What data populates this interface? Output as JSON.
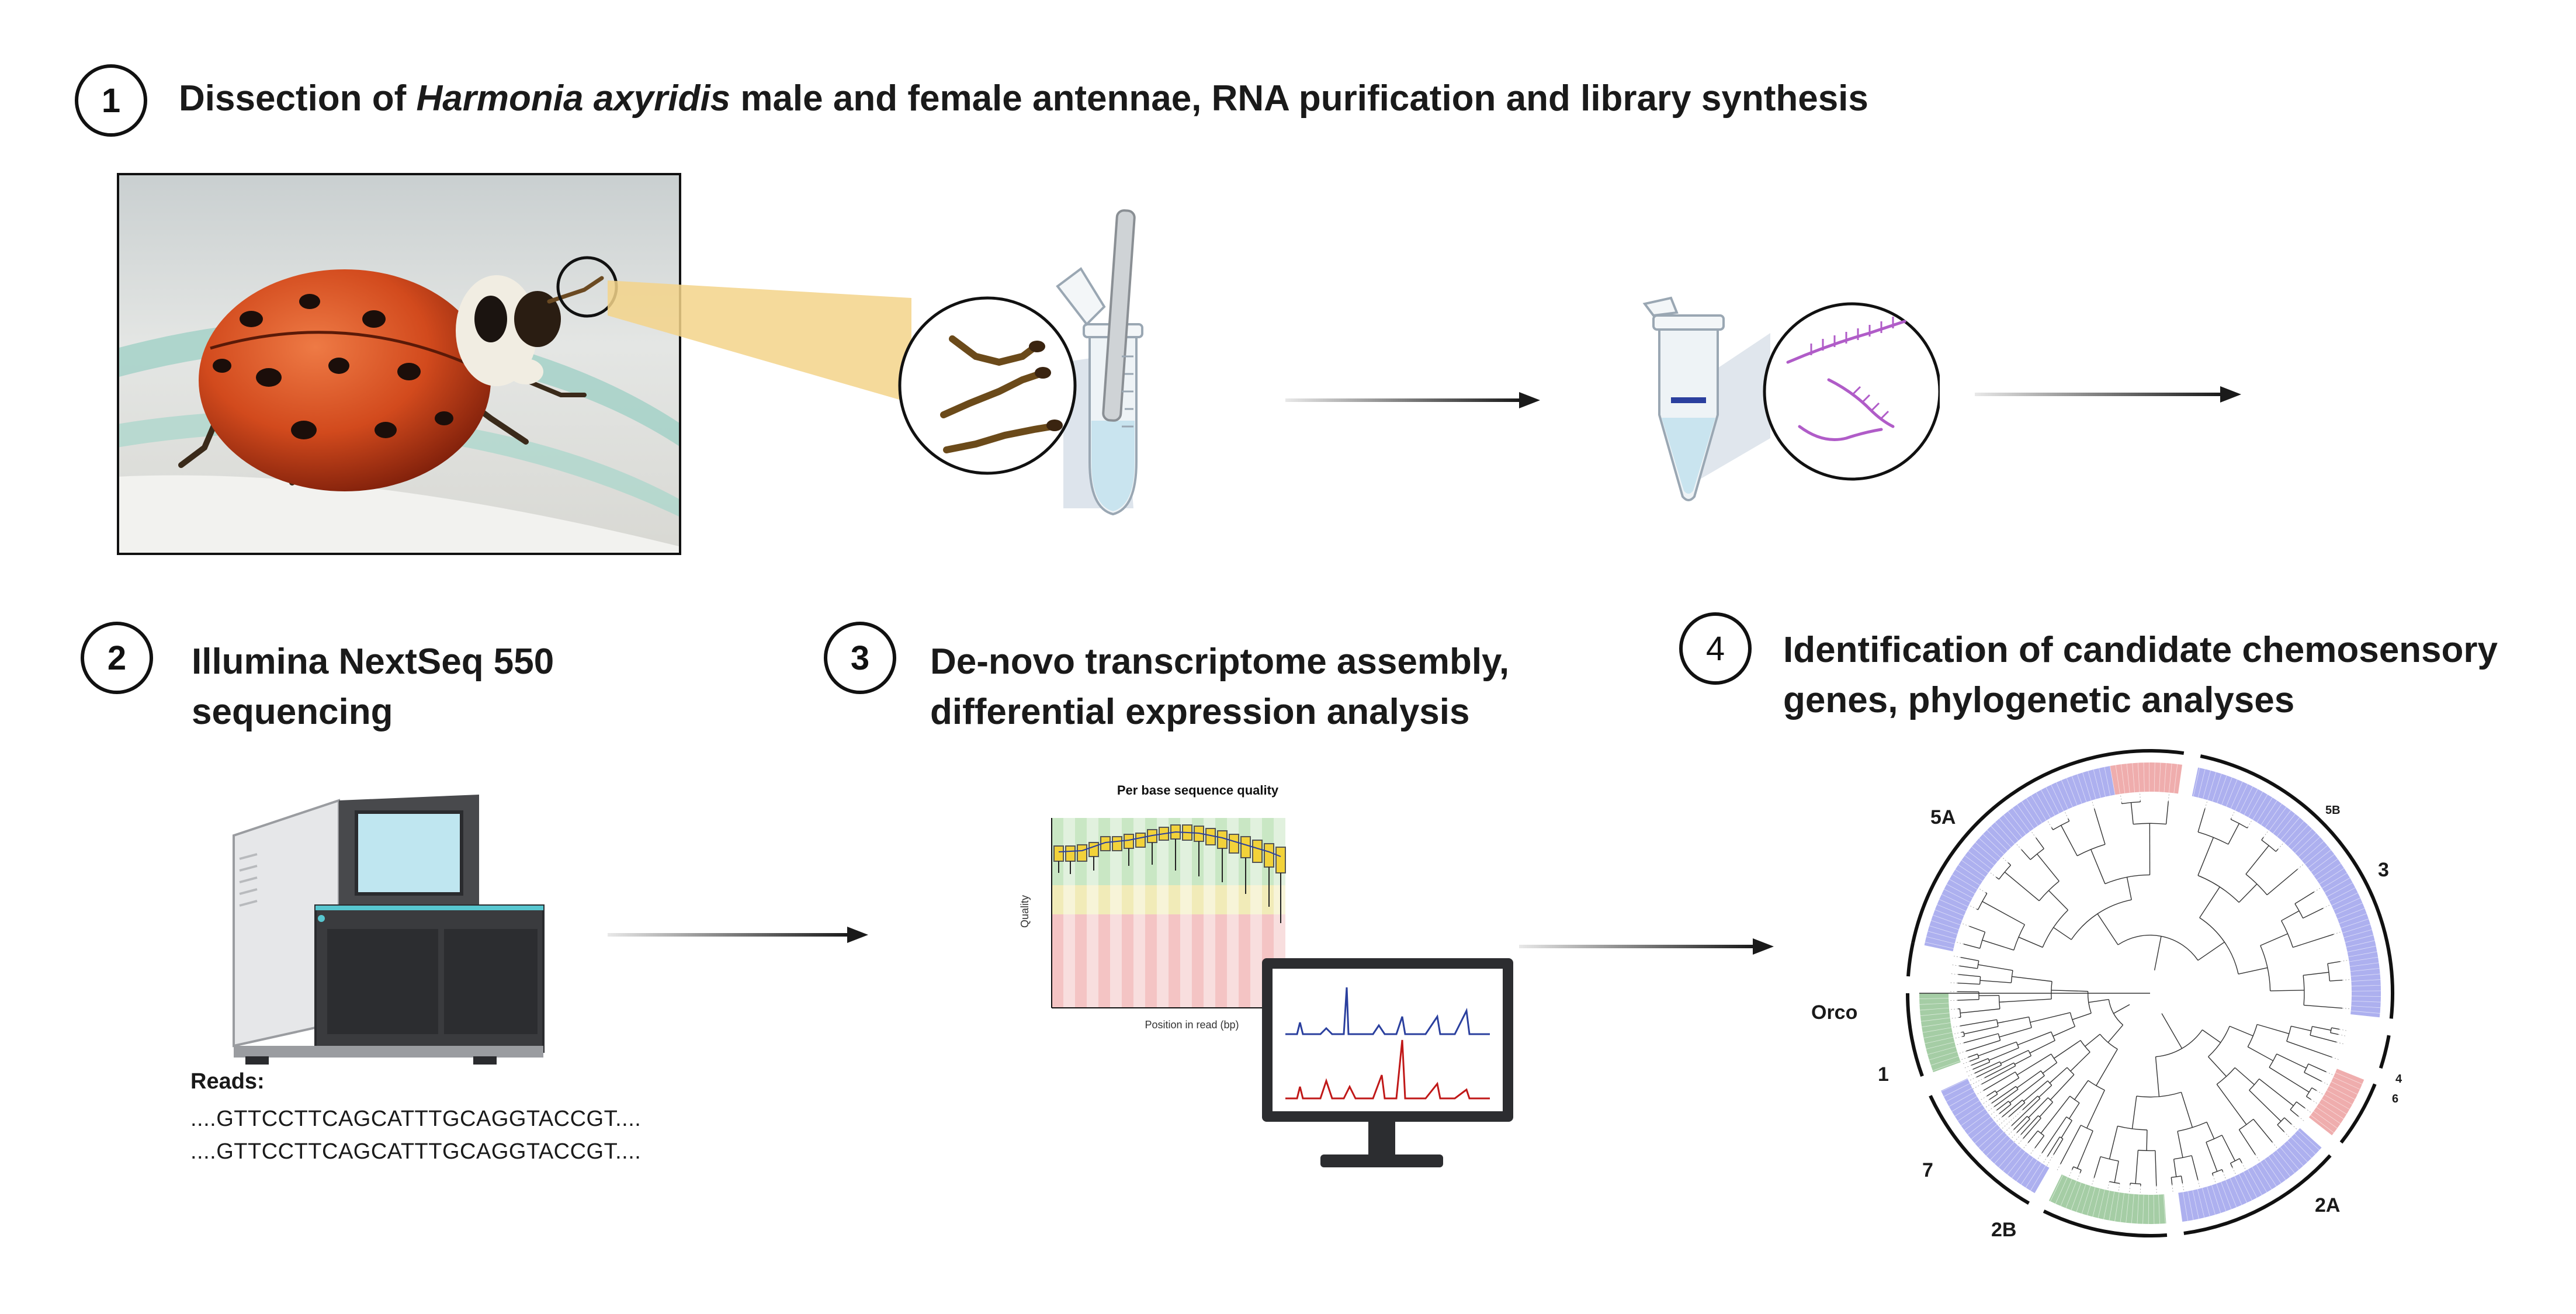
{
  "steps": [
    {
      "number": "1",
      "title_prefix": "Dissection of ",
      "title_italic": "Harmonia axyridis",
      "title_suffix": " male and female antennae, RNA purification and library synthesis"
    },
    {
      "number": "2",
      "title_line1": "Illumina NextSeq 550",
      "title_line2": "sequencing"
    },
    {
      "number": "3",
      "title_line1": "De-novo transcriptome assembly,",
      "title_line2": "differential expression analysis"
    },
    {
      "number": "4",
      "title_line1": "Identification of candidate chemosensory",
      "title_line2": "genes, phylogenetic analyses"
    }
  ],
  "reads": {
    "title": "Reads:",
    "lines": [
      "....GTTCCTTCAGCATTTGCAGGTACCGT....",
      "....GTTCCTTCAGCATTTGCAGGTACCGT...."
    ]
  },
  "quality_plot": {
    "title": "Per base sequence quality",
    "ylabel": "Quality",
    "xlabel": "Position in read (bp)"
  },
  "tree_labels": {
    "5A": "5A",
    "5B": "5B",
    "3": "3",
    "orco": "Orco",
    "1": "1",
    "7": "7",
    "2B": "2B",
    "2A": "2A",
    "4": "4",
    "6": "6"
  },
  "colors": {
    "arrow": "#1a1a1a",
    "beetle": "#c94a1e",
    "rna": "#b05cc8",
    "blue_trace": "#2a3f9e",
    "red_trace": "#c01818",
    "tree_blue": "#8a8ee8",
    "tree_red": "#e88a8a",
    "tree_green": "#7fb87f"
  }
}
